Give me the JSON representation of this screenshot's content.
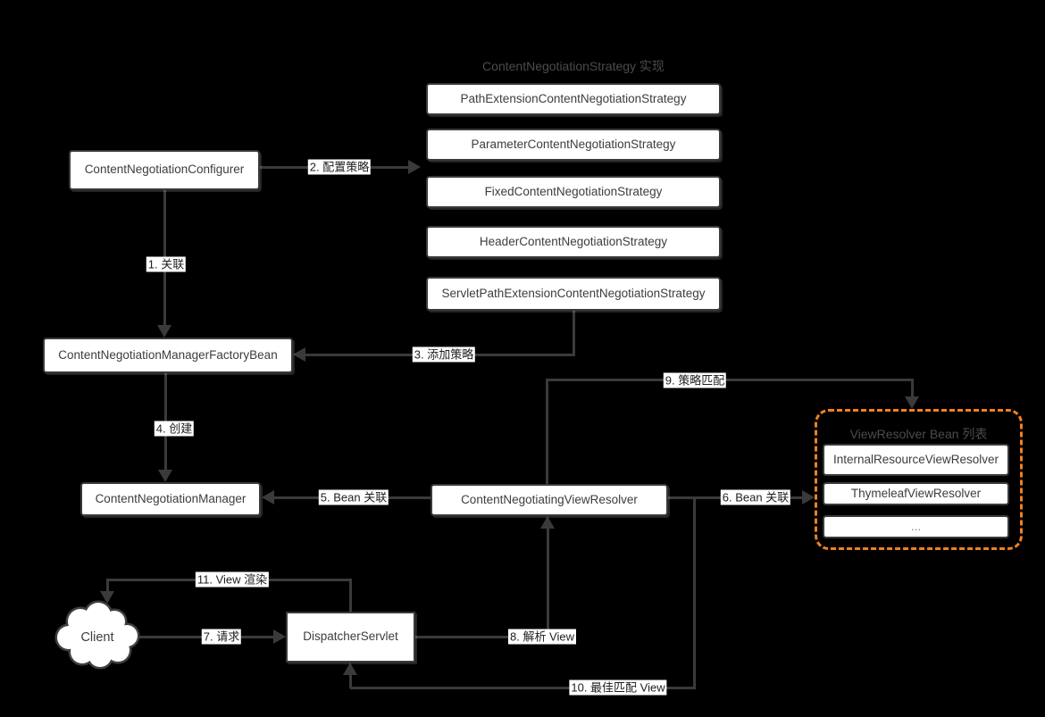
{
  "colors": {
    "background": "#000000",
    "line": "#3a3a3a",
    "box_fill": "#ffffff",
    "box_border": "#3a3a3a",
    "box_text": "#3d3d3d",
    "group_title_text": "#4c4c4c",
    "accent_orange": "#ef8121"
  },
  "strategy_group": {
    "title": "ContentNegotiationStrategy 实现",
    "items": [
      "PathExtensionContentNegotiationStrategy",
      "ParameterContentNegotiationStrategy",
      "FixedContentNegotiationStrategy",
      "HeaderContentNegotiationStrategy",
      "ServletPathExtensionContentNegotiationStrategy"
    ]
  },
  "resolver_group": {
    "title": "ViewResolver Bean 列表",
    "items": [
      "InternalResourceViewResolver",
      "ThymeleafViewResolver",
      "..."
    ]
  },
  "nodes": {
    "configurer": "ContentNegotiationConfigurer",
    "factory_bean": "ContentNegotiationManagerFactoryBean",
    "manager": "ContentNegotiationManager",
    "view_resolver": "ContentNegotiatingViewResolver",
    "dispatcher": "DispatcherServlet",
    "client": "Client"
  },
  "edges": {
    "e1": "1. 关联",
    "e2": "2. 配置策略",
    "e3": "3. 添加策略",
    "e4": "4. 创建",
    "e5": "5. Bean 关联",
    "e6": "6. Bean 关联",
    "e7": "7. 请求",
    "e8": "8. 解析 View",
    "e9": "9. 策略匹配",
    "e10": "10. 最佳匹配 View",
    "e11": "11. View 渲染"
  }
}
